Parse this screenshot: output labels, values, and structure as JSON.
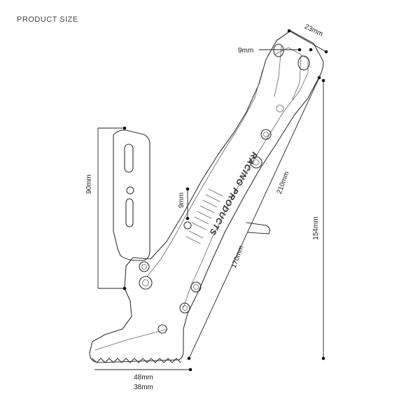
{
  "header": {
    "title": "PRODUCT SIZE"
  },
  "product": {
    "brand_text": "RACING PRODUCTS"
  },
  "dimensions": {
    "top_width": "23mm",
    "top_hole": "9mm",
    "mid_slot": "9mm",
    "overall_length": "210mm",
    "lower_length": "170mm",
    "vertical_height": "154mm",
    "foot_plate_height": "90mm",
    "foot_width": "48mm",
    "foot_inner_width": "38mm"
  }
}
